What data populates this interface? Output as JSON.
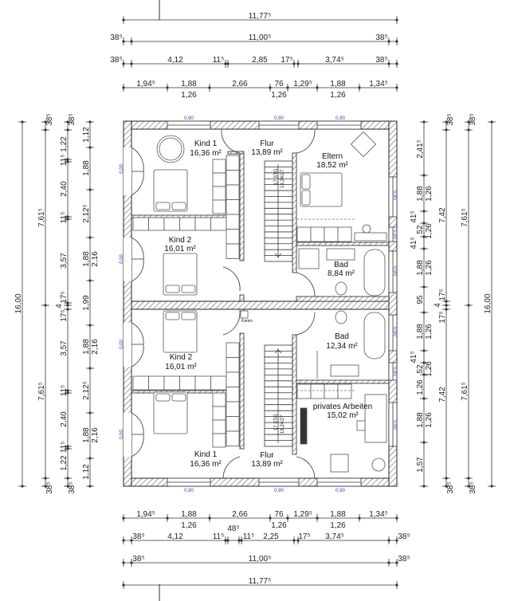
{
  "plan": {
    "rooms": {
      "kind1_top": {
        "name": "Kind 1",
        "area": "16,36 m²"
      },
      "flur_top": {
        "name": "Flur",
        "area": "13,89 m²"
      },
      "eltern": {
        "name": "Eltern",
        "area": "18,52 m²"
      },
      "kind2_top": {
        "name": "Kind 2",
        "area": "16,01 m²"
      },
      "bad_top": {
        "name": "Bad",
        "area": "8,84 m²"
      },
      "bad_bottom": {
        "name": "Bad",
        "area": "12,34 m²"
      },
      "kind2_bottom": {
        "name": "Kind 2",
        "area": "16,01 m²"
      },
      "arbeiten": {
        "name": "privates Arbeiten",
        "area": "15,02 m²"
      },
      "kind1_bottom": {
        "name": "Kind 1",
        "area": "16,36 m²"
      },
      "flur_bottom": {
        "name": "Flur",
        "area": "13,89 m²"
      }
    },
    "kamin": "Kamin",
    "stairs_top": {
      "steps": "17 STG",
      "ratio": "18,24/27"
    },
    "stairs_bottom": {
      "steps": "17 STG",
      "ratio": "18,24/27"
    },
    "windows": {
      "top": [
        "0,90",
        "0,90",
        "0,90"
      ],
      "bottom": [
        "0,90",
        "0,90",
        "0,90"
      ],
      "left": [
        "0,00",
        "0,00",
        "0,00",
        "0,00"
      ],
      "right": [
        "0,90",
        "0,90",
        "0,90",
        "0,90",
        "0,90",
        "0,90"
      ]
    },
    "colors": {
      "window_label": "#3a3aa8",
      "wall": "#222222"
    }
  },
  "dims": {
    "top": [
      [
        "11,77⁵"
      ],
      [
        "38⁵",
        "11,00⁵",
        "38⁵"
      ],
      [
        "38⁵",
        "4,12",
        "11⁵",
        "2,85",
        "17⁵",
        "3,74⁵",
        "38⁵"
      ],
      [
        "1,94⁵",
        "1,88",
        "1,26",
        "2,66",
        "76",
        "1,26",
        "1,29⁵",
        "1,88",
        "1,26",
        "1,34⁵"
      ]
    ],
    "bottom": [
      [
        "1,94⁵",
        "1,88",
        "1,26",
        "2,66",
        "76",
        "1,26",
        "1,29⁵",
        "1,88",
        "1,26",
        "1,34⁵"
      ],
      [
        "38⁵",
        "4,12",
        "11⁵",
        "48⁵",
        "11⁵",
        "2,25",
        "17⁵",
        "3,74⁵",
        "38⁵"
      ],
      [
        "38⁵",
        "11,00⁵",
        "38⁵"
      ],
      [
        "11,77⁵"
      ]
    ],
    "left": [
      [
        "16,00"
      ],
      [
        "38⁵",
        "7,61⁵",
        "7,61⁵",
        "38⁵"
      ],
      [
        "38⁵",
        "1,22",
        "11⁵",
        "2,40",
        "11⁵",
        "3,57",
        "17⁵",
        "4",
        "17⁵",
        "3,57",
        "11⁵",
        "2,40",
        "11⁵",
        "1,22",
        "38⁵"
      ],
      [
        "1,12",
        "1,88",
        "2,12⁵",
        "1,88",
        "2,16",
        "1,99",
        "1,88",
        "2,16",
        "2,12⁵",
        "1,88",
        "2,16",
        "1,12"
      ]
    ],
    "right": [
      [
        "2,41⁵",
        "1,88",
        "1,26",
        "41⁵",
        "52",
        "1,26",
        "41⁵",
        "1,88",
        "1,26",
        "95",
        "1,88",
        "1,26",
        "41⁵",
        "52",
        "1,26",
        "1,26",
        "1,88",
        "1,26",
        "1,57"
      ],
      [
        "38⁵",
        "7,42",
        "17⁵",
        "4",
        "17⁵",
        "7,42",
        "38⁵"
      ],
      [
        "38⁵",
        "7,61⁵",
        "7,61⁵",
        "38⁵"
      ],
      [
        "16,00"
      ]
    ]
  }
}
